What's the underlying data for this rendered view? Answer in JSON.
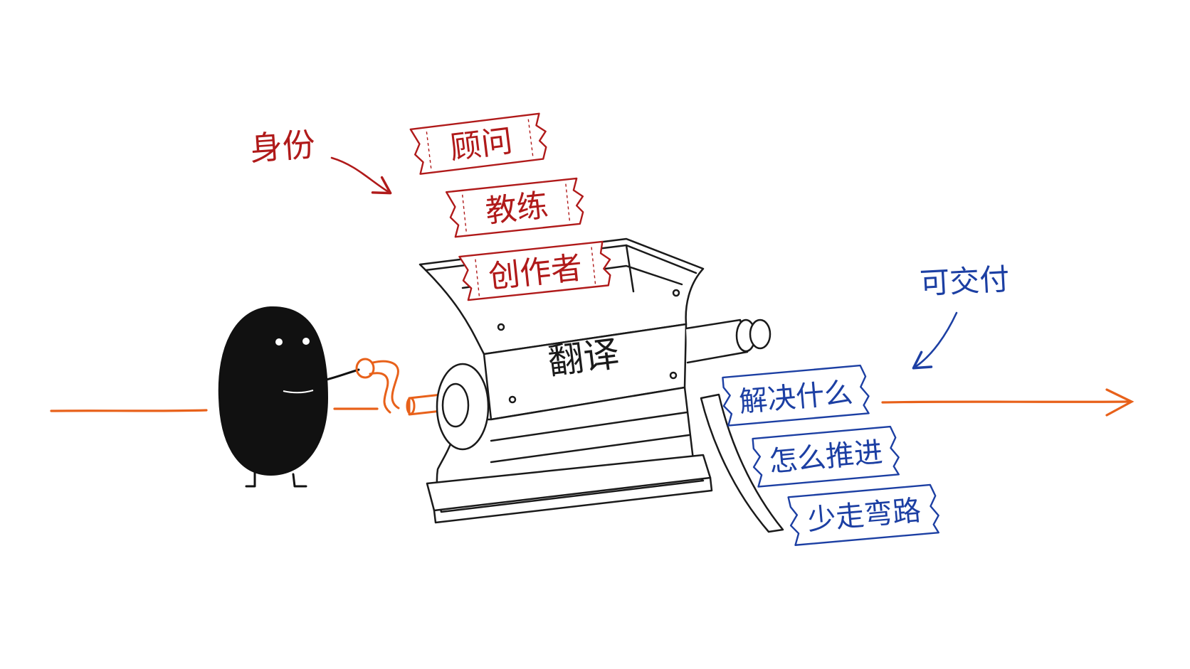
{
  "colors": {
    "background": "#ffffff",
    "ink": "#1a1a1a",
    "red": "#b01a1a",
    "blue": "#1c3fa3",
    "orange": "#e8611a",
    "character": "#111111"
  },
  "labels": {
    "identity": "身份",
    "deliverable": "可交付"
  },
  "machine": {
    "label": "翻译"
  },
  "input_tickets": [
    {
      "label": "顾问"
    },
    {
      "label": "教练"
    },
    {
      "label": "创作者"
    }
  ],
  "output_tickets": [
    {
      "label": "解决什么"
    },
    {
      "label": "怎么推进"
    },
    {
      "label": "少走弯路"
    }
  ]
}
